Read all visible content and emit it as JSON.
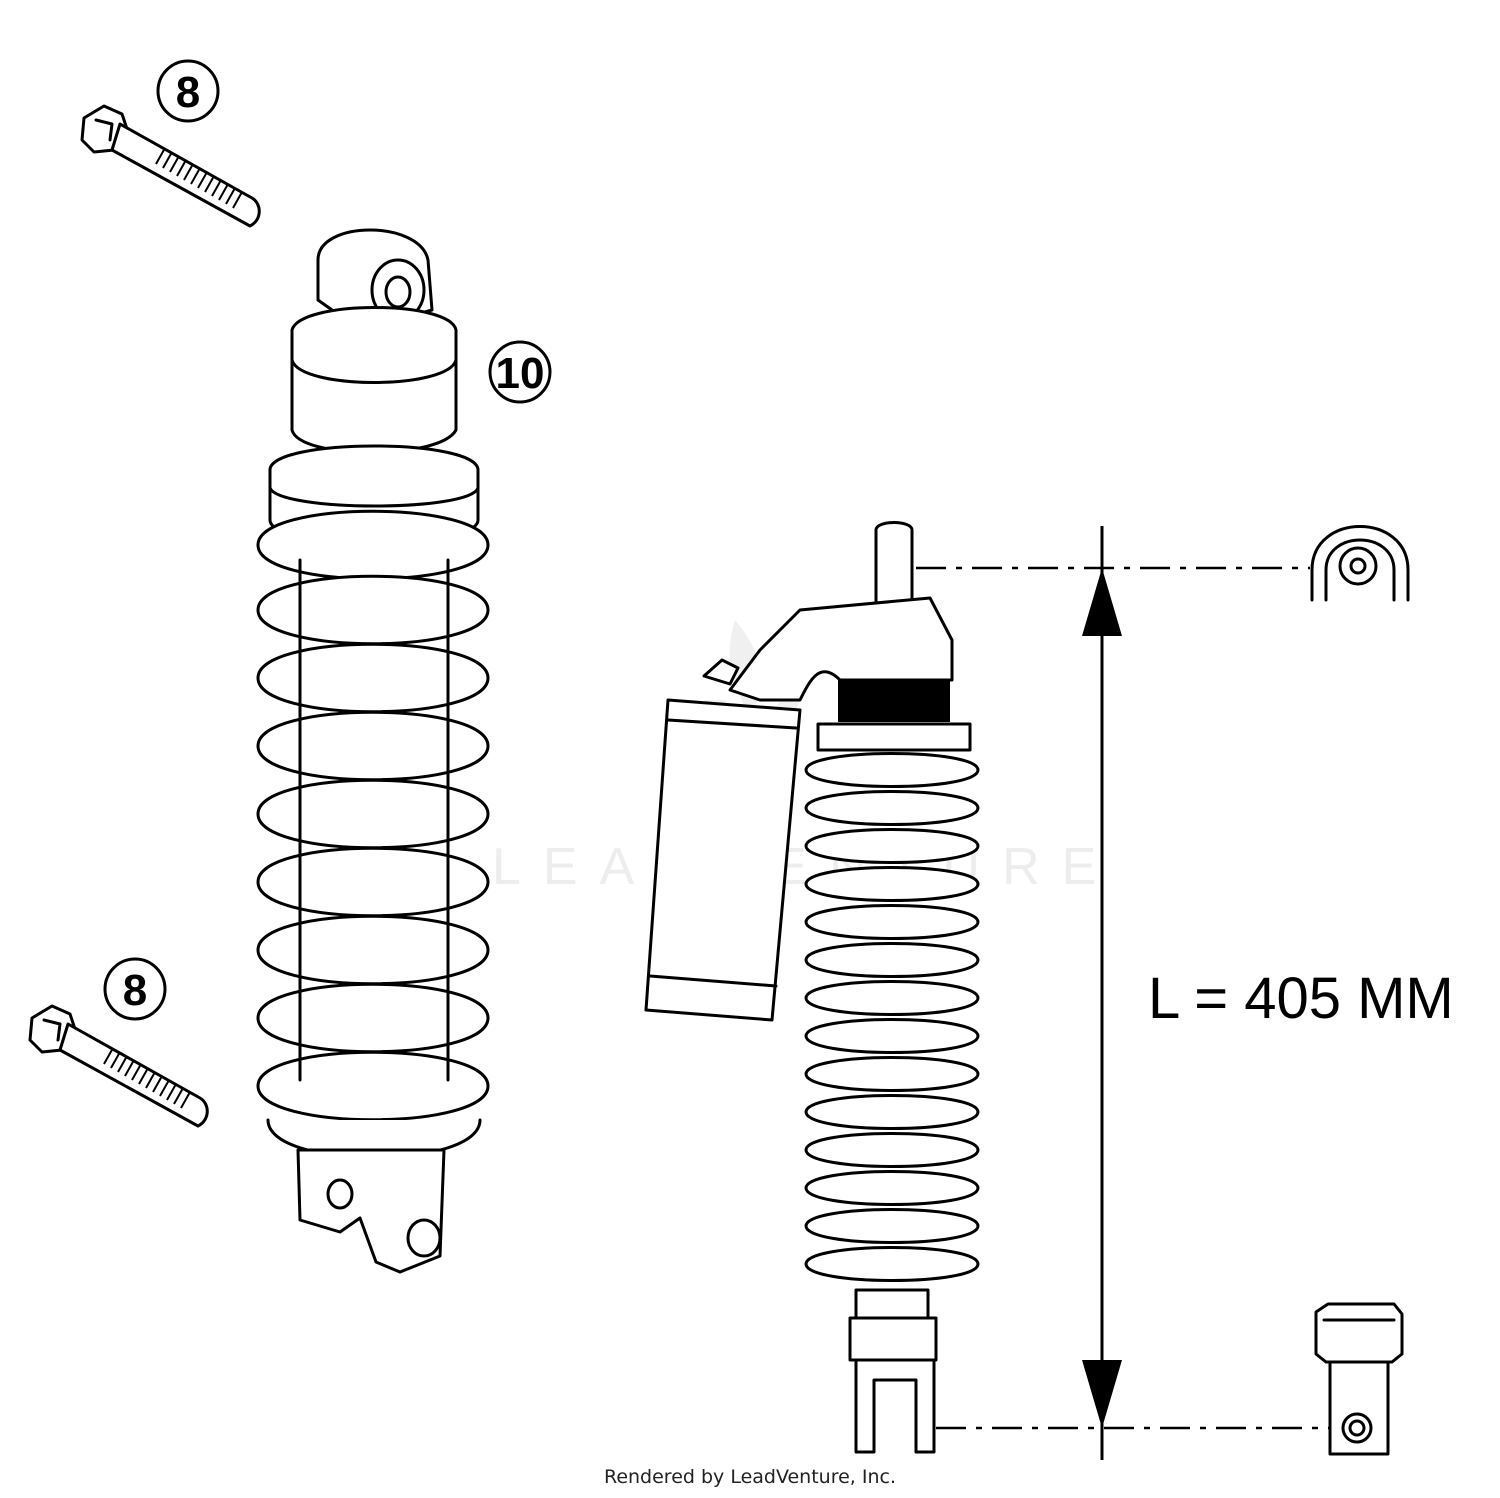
{
  "callouts": {
    "bolt_top": "8",
    "shock_label": "10",
    "bolt_bottom": "8"
  },
  "dimension": {
    "label": "L = 405 MM"
  },
  "watermark": {
    "text": "LEADVENTURE"
  },
  "footer": {
    "text": "Rendered by LeadVenture, Inc."
  },
  "colors": {
    "line": "#000000",
    "background": "#ffffff",
    "watermark": "#ededed"
  }
}
